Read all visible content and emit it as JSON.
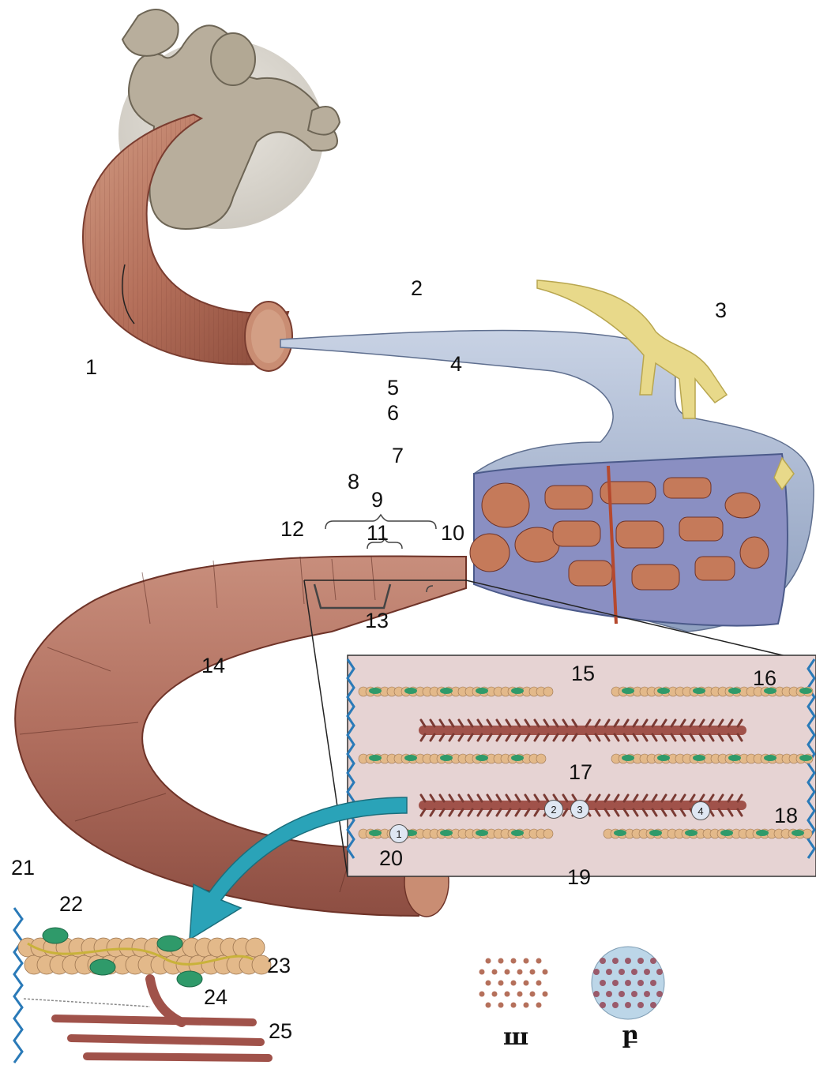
{
  "labels": {
    "l1": "1",
    "l2": "2",
    "l3": "3",
    "l4": "4",
    "l5": "5",
    "l6": "6",
    "l7": "7",
    "l8": "8",
    "l9": "9",
    "l10": "10",
    "l11": "11",
    "l12": "12",
    "l13": "13",
    "l14": "14",
    "l15": "15",
    "l16": "16",
    "l17": "17",
    "l18": "18",
    "l19": "19",
    "l20": "20",
    "l21": "21",
    "l22": "22",
    "l23": "23",
    "l24": "24",
    "l25": "25"
  },
  "badges": {
    "b1": "1",
    "b2": "2",
    "b3": "3",
    "b4": "4"
  },
  "cross_sections": {
    "left": "ш",
    "right": "բ"
  },
  "colors": {
    "muscle": "#b5705b",
    "muscle_dark": "#8a4a3a",
    "fiber_blue": "#9fb0cc",
    "nerve_yellow": "#e8d98a",
    "panel_bg": "#e6d3d3",
    "arrow_teal": "#2aa3b8",
    "actin_bead": "#e3b98a",
    "troponin_green": "#2f9a6a",
    "myosin": "#a0524a"
  }
}
